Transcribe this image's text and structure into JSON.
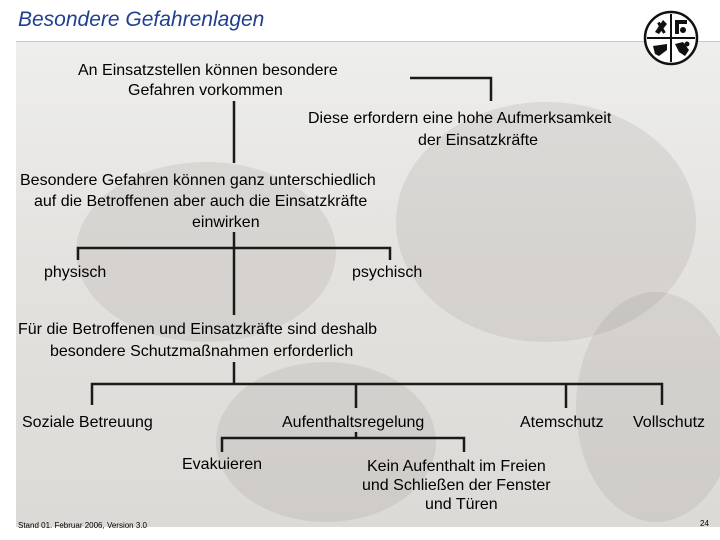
{
  "header": {
    "title": "Besondere Gefahrenlagen"
  },
  "nodes": {
    "line1_a": "An Einsatzstellen können besondere",
    "line1_b": "Gefahren vorkommen",
    "line2_a": "Diese erfordern eine hohe Aufmerksamkeit",
    "line2_b": "der Einsatzkräfte",
    "line3_a": "Besondere Gefahren können ganz unterschiedlich",
    "line3_b": "auf die Betroffenen aber auch die Einsatzkräfte",
    "line3_c": "einwirken",
    "physisch": "physisch",
    "psychisch": "psychisch",
    "line4_a": "Für die Betroffenen und Einsatzkräfte sind deshalb",
    "line4_b": "besondere Schutzmaßnahmen erforderlich",
    "soziale": "Soziale Betreuung",
    "aufenthalt": "Aufenthaltsregelung",
    "atemschutz": "Atemschutz",
    "vollschutz": "Vollschutz",
    "evakuieren": "Evakuieren",
    "kein_a": "Kein Aufenthalt im Freien",
    "kein_b": "und Schließen der Fenster",
    "kein_c": "und Türen"
  },
  "footer": {
    "left": "Stand 01. Februar 2006, Version 3.0",
    "page_number": "24"
  },
  "colors": {
    "title": "#1f3f8f",
    "connector": "#1a1a1a",
    "background": "#e4e2df"
  },
  "icons": {
    "logo": "fire-brigade-emblem-icon"
  }
}
